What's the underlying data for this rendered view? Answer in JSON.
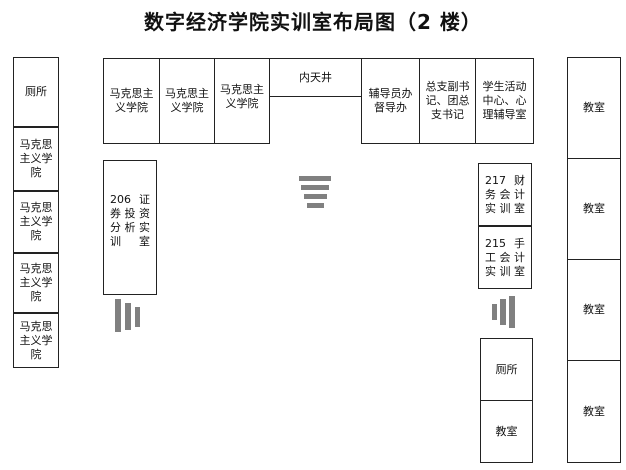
{
  "title": "数字经济学院实训室布局图（2 楼）",
  "left_column": [
    {
      "id": "toilet",
      "label": "厕所"
    },
    {
      "id": "mk1",
      "label": "马克思主义学院"
    },
    {
      "id": "mk2",
      "label": "马克思主义学院"
    },
    {
      "id": "mk3",
      "label": "马克思主义学院"
    },
    {
      "id": "mk4",
      "label": "马克思主义学院"
    }
  ],
  "top_row": [
    {
      "id": "mk-a",
      "label": "马克思主义学院"
    },
    {
      "id": "mk-b",
      "label": "马克思主义学院"
    },
    {
      "id": "mk-c",
      "label": "马克思主义学院"
    },
    {
      "id": "courtyard",
      "label": "内天井"
    },
    {
      "id": "counselor",
      "label": "辅导员办督导办"
    },
    {
      "id": "party",
      "label": "总支副书记、团总支书记"
    },
    {
      "id": "student",
      "label": "学生活动中心、心理辅导室"
    }
  ],
  "left_lab": {
    "label": "206 证券投资分析实训室"
  },
  "right_labs": [
    {
      "id": "r217",
      "label": "217 财务会计实训室"
    },
    {
      "id": "r215",
      "label": "215 手工会计实训室"
    }
  ],
  "bottom_right": [
    {
      "id": "toilet2",
      "label": "厕所"
    },
    {
      "id": "classroom-b",
      "label": "教室"
    }
  ],
  "right_column": [
    {
      "id": "c1",
      "label": "教室"
    },
    {
      "id": "c2",
      "label": "教室"
    },
    {
      "id": "c3",
      "label": "教室"
    },
    {
      "id": "c4",
      "label": "教室"
    }
  ]
}
